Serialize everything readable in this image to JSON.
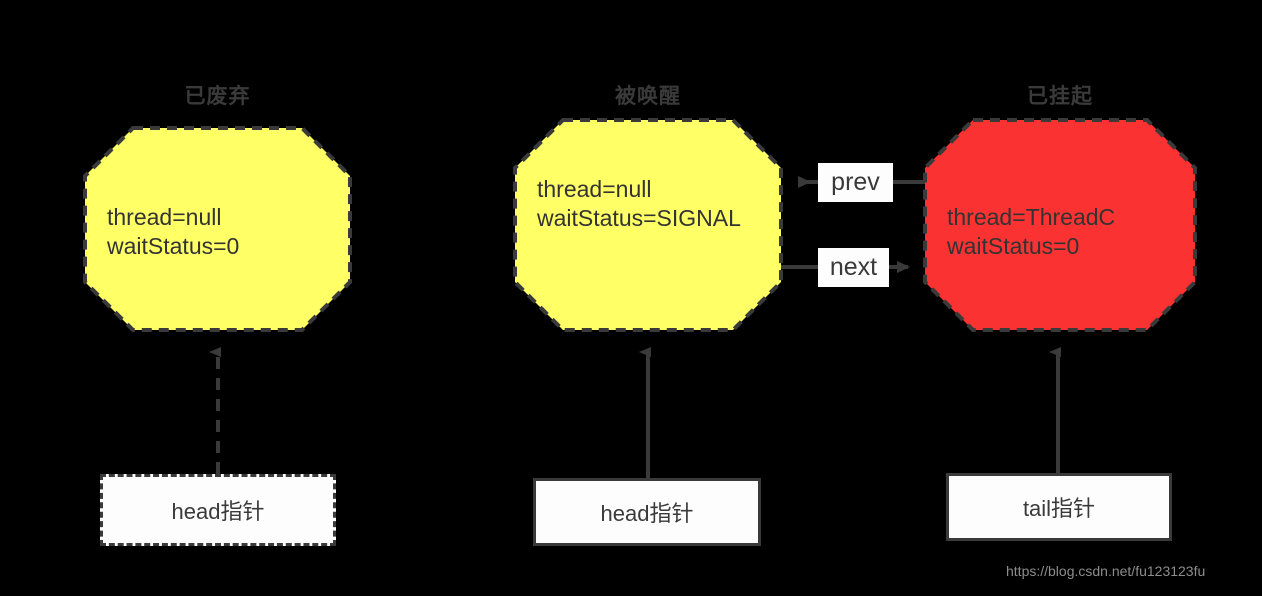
{
  "diagram": {
    "background_color": "#000000",
    "nodes": [
      {
        "id": "abandoned",
        "title": "已废弃",
        "text": "thread=null\nwaitStatus=0",
        "fill": "#FFFF66",
        "stroke": "#3a3a3a",
        "stroke_style": "dashed"
      },
      {
        "id": "awakened",
        "title": "被唤醒",
        "text": "thread=null\nwaitStatus=SIGNAL",
        "fill": "#FFFF66",
        "stroke": "#3a3a3a",
        "stroke_style": "dashed"
      },
      {
        "id": "suspended",
        "title": "已挂起",
        "text": "thread=ThreadC\nwaitStatus=0",
        "fill": "#FA3232",
        "stroke": "#3a3a3a",
        "stroke_style": "dashed"
      }
    ],
    "edge_labels": [
      {
        "id": "prev",
        "label": "prev"
      },
      {
        "id": "next",
        "label": "next"
      }
    ],
    "pointers": [
      {
        "id": "head-abandoned",
        "label": "head指针",
        "border_style": "dashed",
        "arrow_style": "dashed"
      },
      {
        "id": "head-awakened",
        "label": "head指针",
        "border_style": "solid",
        "arrow_style": "solid"
      },
      {
        "id": "tail-suspended",
        "label": "tail指针",
        "border_style": "solid",
        "arrow_style": "solid"
      }
    ],
    "watermark": "https://blog.csdn.net/fu123123fu"
  }
}
